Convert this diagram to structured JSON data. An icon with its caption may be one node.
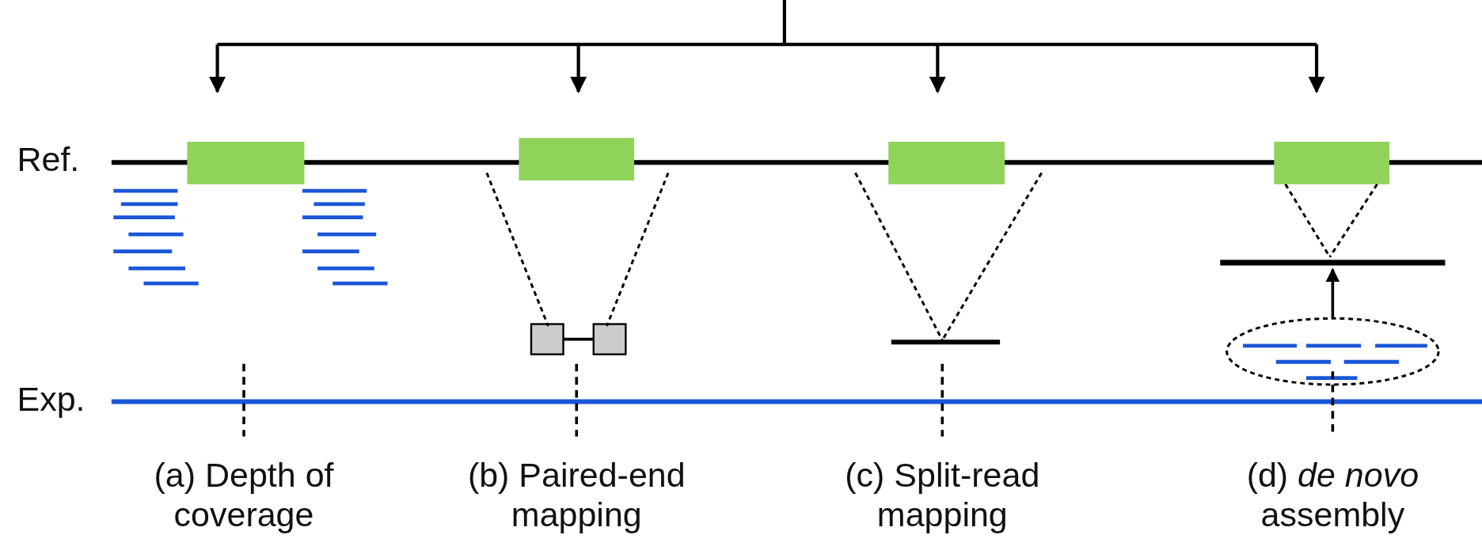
{
  "diagram": {
    "nodes": [
      {
        "text": [],
        "shape": "box"
      },
      {
        "text": [],
        "shape": "box"
      },
      {
        "text": [],
        "shape": "box"
      },
      {
        "text": [],
        "shape": "box"
      },
      {
        "text": [],
        "shape": "bar"
      },
      {
        "text": [],
        "shape": "ellipse"
      }
    ],
    "edges": [
      {
        "from": null,
        "to": 0,
        "arrow": "to"
      },
      {
        "from": null,
        "to": 1,
        "arrow": "to"
      },
      {
        "from": null,
        "to": 2,
        "arrow": "to"
      },
      {
        "from": null,
        "to": 3,
        "arrow": "to"
      },
      {
        "from": 5,
        "to": 4,
        "arrow": "to"
      }
    ],
    "labels": [
      "Ref.",
      "Exp.",
      "(a) Depth of coverage",
      "(b) Paired-end mapping",
      "(c) Split-read mapping",
      "(d) *de novo* assembly"
    ]
  }
}
